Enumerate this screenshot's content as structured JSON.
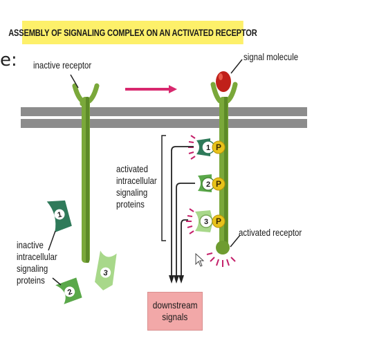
{
  "title": "ASSEMBLY OF SIGNALING COMPLEX ON AN ACTIVATED RECEPTOR",
  "cutoff_text": "e:",
  "labels": {
    "inactive_receptor": "inactive receptor",
    "signal_molecule": "signal molecule",
    "activated_proteins": [
      "activated",
      "intracellular",
      "signaling",
      "proteins"
    ],
    "activated_receptor": "activated receptor",
    "inactive_proteins": [
      "inactive",
      "intracellular",
      "signaling",
      "proteins"
    ],
    "downstream": [
      "downstream",
      "signals"
    ]
  },
  "protein_numbers": [
    "1",
    "2",
    "3"
  ],
  "phospho_label": "P",
  "colors": {
    "title_bg": "#fdf06a",
    "membrane": "#8a8a8a",
    "receptor": "#7aa83a",
    "signal_molecule": "#c0201a",
    "arrow": "#d8286e",
    "phosphate": "#e8c21a",
    "downstream_bg": "#f2a8a8"
  }
}
